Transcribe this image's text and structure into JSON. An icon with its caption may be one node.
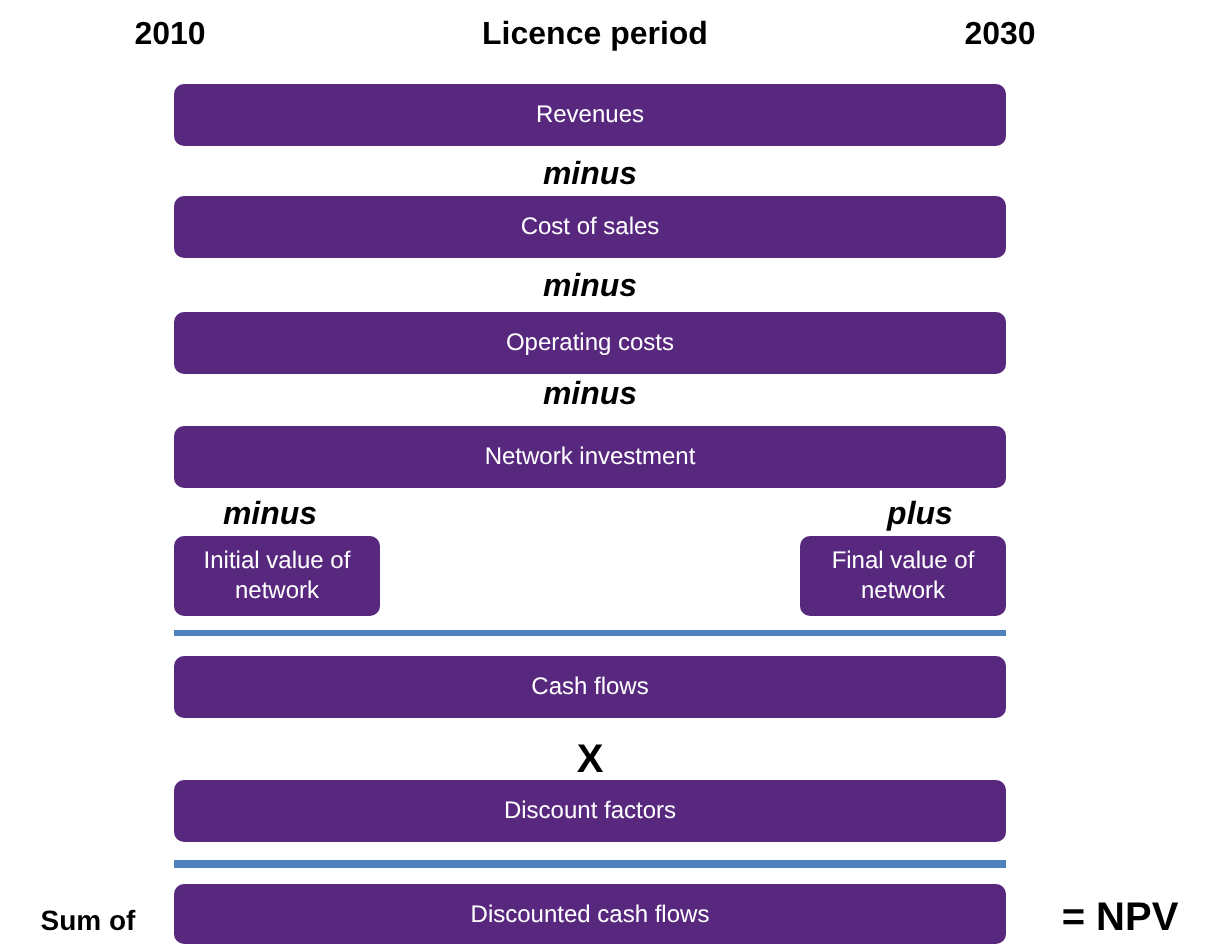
{
  "diagram": {
    "nodes": [
      {
        "text": [
          "Revenues"
        ]
      },
      {
        "text": [
          "Cost of sales"
        ]
      },
      {
        "text": [
          "Operating costs"
        ]
      },
      {
        "text": [
          "Network investment"
        ]
      },
      {
        "text": [
          "Initial value of network"
        ]
      },
      {
        "text": [
          "Final value of network"
        ]
      },
      {
        "text": [
          "Cash flows"
        ]
      },
      {
        "text": [
          "Discount factors"
        ]
      },
      {
        "text": [
          "Discounted cash flows"
        ]
      }
    ],
    "labels": [
      "2010",
      "Licence period",
      "2030",
      "minus",
      "minus",
      "minus",
      "minus",
      "plus",
      "X",
      "Sum of",
      "= NPV"
    ]
  }
}
